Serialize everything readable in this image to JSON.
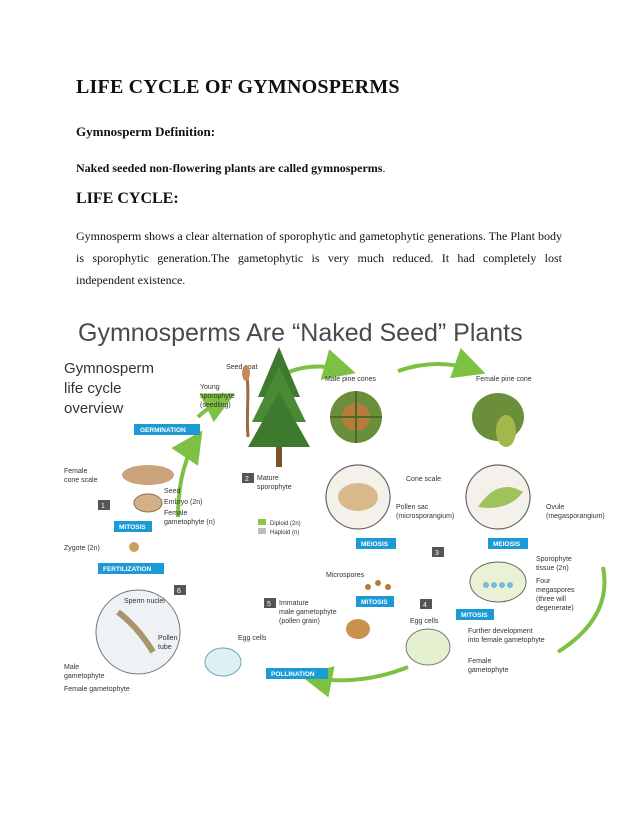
{
  "document": {
    "title": "LIFE CYCLE OF GYMNOSPERMS",
    "definition_heading": "Gymnosperm Definition:",
    "definition_text": "Naked seeded non-flowering plants are called gymnosperms",
    "definition_period": ".",
    "lifecycle_heading": "LIFE CYCLE:",
    "lifecycle_paragraph": "Gymnosperm shows a clear alternation of sporophytic and gametophytic generations. The Plant body is sporophytic generation.The gametophytic is very much reduced. It had completely lost independent existence."
  },
  "figure": {
    "title": "Gymnosperms Are “Naked Seed” Plants",
    "subtitle_line1": "Gymnosperm",
    "subtitle_line2": "life cycle",
    "subtitle_line3": "overview",
    "stages": {
      "germination": "GERMINATION",
      "mitosis": "MITOSIS",
      "fertilization": "FERTILIZATION",
      "meiosis": "MEIOSIS",
      "pollination": "POLLINATION"
    },
    "steps": [
      "1",
      "2",
      "3",
      "4",
      "5",
      "6"
    ],
    "labels": {
      "seed_coat": "Seed coat",
      "young_sporophyte_1": "Young",
      "young_sporophyte_2": "sporophyte",
      "young_sporophyte_3": "(seedling)",
      "male_pine_cones": "Male pine cones",
      "female_pine_cone": "Female pine cone",
      "female_cone_scale_1": "Female",
      "female_cone_scale_2": "cone scale",
      "seed": "Seed",
      "embryo": "Embryo (2n)",
      "female_gametophyte_1": "Female",
      "female_gametophyte_2": "gametophyte (n)",
      "mature_sporophyte_1": "Mature",
      "mature_sporophyte_2": "sporophyte",
      "cone_scale": "Cone scale",
      "pollen_sac_1": "Pollen sac",
      "pollen_sac_2": "(microsporangium)",
      "ovule_1": "Ovule",
      "ovule_2": "(megasporangium)",
      "diploid": "Diploid (2n)",
      "haploid": "Haploid (n)",
      "zygote": "Zygote (2n)",
      "microspores": "Microspores",
      "sporophyte_tissue_1": "Sporophyte",
      "sporophyte_tissue_2": "tissue (2n)",
      "four_megaspores_1": "Four",
      "four_megaspores_2": "megaspores",
      "four_megaspores_3": "(three will",
      "four_megaspores_4": "degenerate)",
      "sperm_nuclei": "Sperm nuclei",
      "immature_1": "Immature",
      "immature_2": "male gametophyte",
      "immature_3": "(pollen grain)",
      "egg_cells_left": "Egg cells",
      "egg_cells_right": "Egg cells",
      "further_1": "Further development",
      "further_2": "into female gametophyte",
      "pollen_tube_1": "Pollen",
      "pollen_tube_2": "tube",
      "male_gametophyte_1": "Male",
      "male_gametophyte_2": "gametophyte",
      "female_gametophyte_bottom": "Female gametophyte",
      "female_gametophyte_right_1": "Female",
      "female_gametophyte_right_2": "gametophyte"
    },
    "colors": {
      "stage_box": "#1b9ad6",
      "arrow_green": "#7cc142",
      "diploid": "#8dc63f",
      "haploid": "#b9bec4"
    }
  }
}
